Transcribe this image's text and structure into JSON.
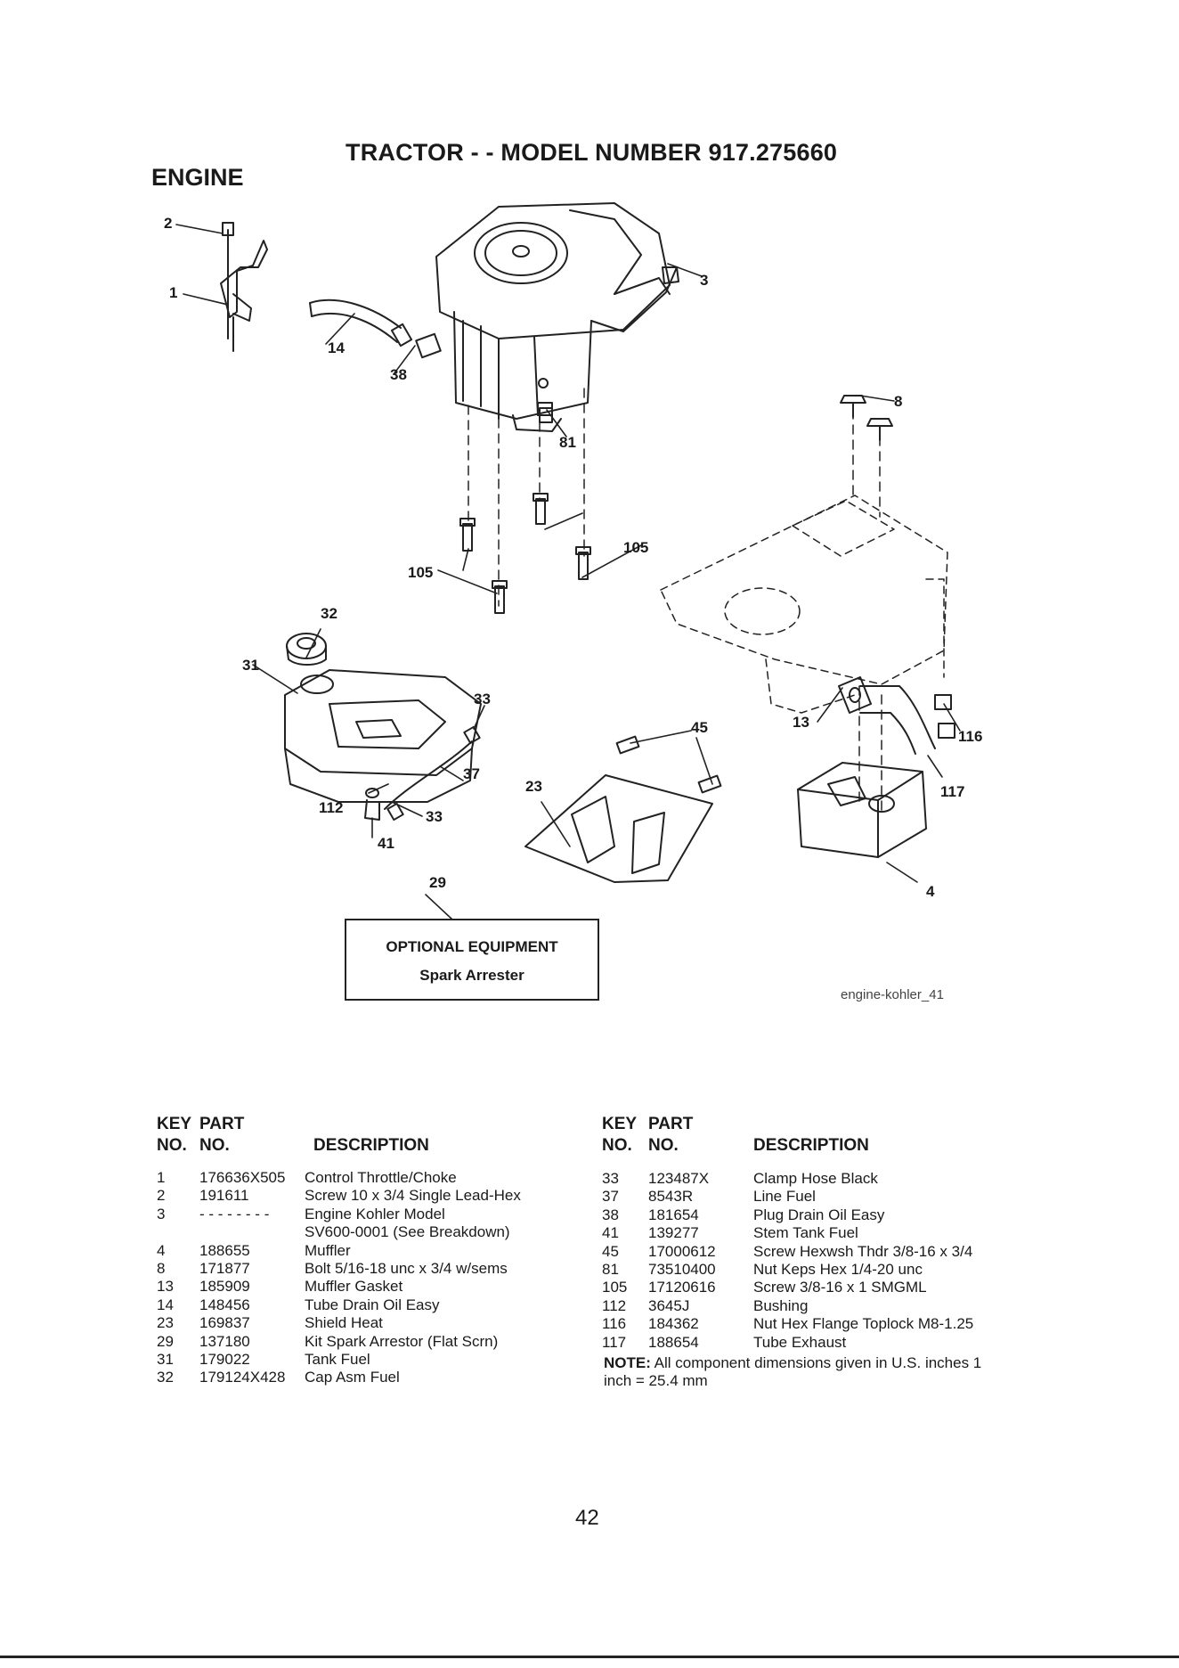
{
  "title": "TRACTOR - - MODEL NUMBER 917.275660",
  "section": "ENGINE",
  "callouts": [
    "2",
    "1",
    "14",
    "38",
    "3",
    "8",
    "81",
    "105",
    "105",
    "32",
    "31",
    "33",
    "45",
    "13",
    "116",
    "37",
    "23",
    "117",
    "112",
    "33",
    "41",
    "29",
    "4"
  ],
  "optional_box": {
    "heading": "OPTIONAL EQUIPMENT",
    "item": "Spark Arrester"
  },
  "figure_id": "engine-kohler_41",
  "left_table": {
    "headers": {
      "key_top": "KEY",
      "key_bottom": "NO.",
      "part_top": "PART",
      "part_bottom": "NO.",
      "desc": "DESCRIPTION"
    },
    "rows": [
      {
        "key": "1",
        "part": "176636X505",
        "desc": "Control Throttle/Choke"
      },
      {
        "key": "2",
        "part": "191611",
        "desc": "Screw 10 x 3/4 Single Lead-Hex"
      },
      {
        "key": "3",
        "part": "- - - - - - - -",
        "desc": "Engine Kohler Model"
      },
      {
        "key": "",
        "part": "",
        "desc": "SV600-0001 (See Breakdown)"
      },
      {
        "key": "4",
        "part": "188655",
        "desc": "Muffler"
      },
      {
        "key": "8",
        "part": "171877",
        "desc": "Bolt 5/16-18 unc x 3/4 w/sems"
      },
      {
        "key": "13",
        "part": "185909",
        "desc": "Muffler Gasket"
      },
      {
        "key": "14",
        "part": "148456",
        "desc": "Tube Drain Oil Easy"
      },
      {
        "key": "23",
        "part": "169837",
        "desc": "Shield Heat"
      },
      {
        "key": "29",
        "part": "137180",
        "desc": "Kit Spark Arrestor (Flat Scrn)"
      },
      {
        "key": "31",
        "part": "179022",
        "desc": "Tank Fuel"
      },
      {
        "key": "32",
        "part": "179124X428",
        "desc": "Cap Asm Fuel"
      }
    ]
  },
  "right_table": {
    "headers": {
      "key_top": "KEY",
      "key_bottom": "NO.",
      "part_top": "PART",
      "part_bottom": "NO.",
      "desc": "DESCRIPTION"
    },
    "rows": [
      {
        "key": "33",
        "part": "123487X",
        "desc": "Clamp Hose Black"
      },
      {
        "key": "37",
        "part": "8543R",
        "desc": "Line Fuel"
      },
      {
        "key": "38",
        "part": "181654",
        "desc": "Plug Drain Oil Easy"
      },
      {
        "key": "41",
        "part": "139277",
        "desc": "Stem Tank Fuel"
      },
      {
        "key": "45",
        "part": "17000612",
        "desc": "Screw Hexwsh Thdr 3/8-16 x 3/4"
      },
      {
        "key": "81",
        "part": "73510400",
        "desc": "Nut Keps Hex 1/4-20 unc"
      },
      {
        "key": "105",
        "part": "17120616",
        "desc": "Screw 3/8-16 x 1 SMGML"
      },
      {
        "key": "112",
        "part": "3645J",
        "desc": "Bushing"
      },
      {
        "key": "116",
        "part": "184362",
        "desc": "Nut Hex Flange Toplock M8-1.25"
      },
      {
        "key": "117",
        "part": "188654",
        "desc": "Tube Exhaust"
      }
    ]
  },
  "note": {
    "label": "NOTE:",
    "text": " All component dimensions given in U.S. inches 1 inch = 25.4 mm"
  },
  "page_number": "42"
}
